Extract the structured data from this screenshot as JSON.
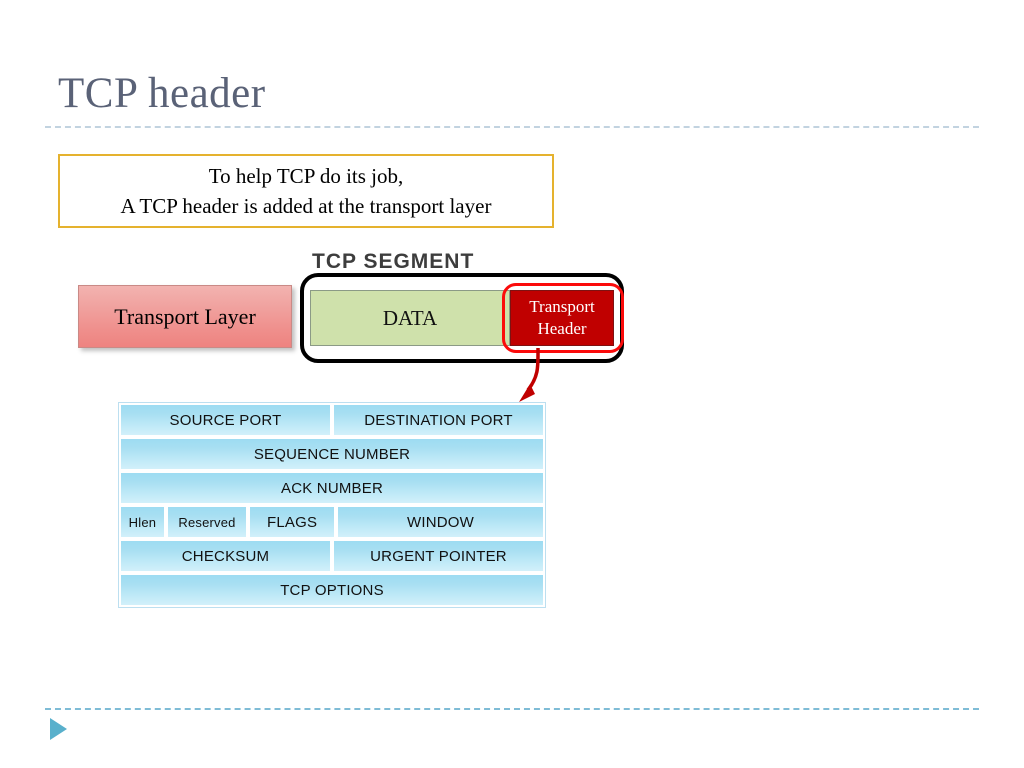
{
  "slide": {
    "title": "TCP header",
    "title_color": "#5a6277"
  },
  "callout": {
    "line1": "To help TCP do its job,",
    "line2": "A TCP header is added at the transport layer",
    "border_color": "#e5b22e"
  },
  "diagram": {
    "transport_layer_label": "Transport Layer",
    "transport_layer_color": "#ef908d",
    "segment_label": "TCP SEGMENT",
    "data_label": "DATA",
    "data_color": "#cfe1ab",
    "transport_header_line1": "Transport",
    "transport_header_line2": "Header",
    "transport_header_color": "#c00000",
    "highlight_color": "#fb0b0b",
    "arrow_color": "#c00000"
  },
  "header_table": {
    "cell_color": "#a8dff2",
    "rows": [
      {
        "cells": [
          {
            "label": "SOURCE PORT",
            "flex": 1,
            "small": false
          },
          {
            "label": "DESTINATION PORT",
            "flex": 1,
            "small": false
          }
        ]
      },
      {
        "cells": [
          {
            "label": "SEQUENCE NUMBER",
            "flex": 1,
            "small": false
          }
        ]
      },
      {
        "cells": [
          {
            "label": "ACK NUMBER",
            "flex": 1,
            "small": false
          }
        ]
      },
      {
        "cells": [
          {
            "label": "Hlen",
            "flex": 0.47,
            "small": true
          },
          {
            "label": "Reserved",
            "flex": 0.86,
            "small": true
          },
          {
            "label": "FLAGS",
            "flex": 0.92,
            "small": false
          },
          {
            "label": "WINDOW",
            "flex": 2.25,
            "small": false
          }
        ]
      },
      {
        "cells": [
          {
            "label": "CHECKSUM",
            "flex": 1,
            "small": false
          },
          {
            "label": "URGENT POINTER",
            "flex": 1,
            "small": false
          }
        ]
      },
      {
        "cells": [
          {
            "label": "TCP OPTIONS",
            "flex": 1,
            "small": false
          }
        ]
      }
    ]
  },
  "footer": {
    "marker": "play-triangle",
    "marker_color": "#59b0cc",
    "rule_color": "#7fbcd6"
  }
}
